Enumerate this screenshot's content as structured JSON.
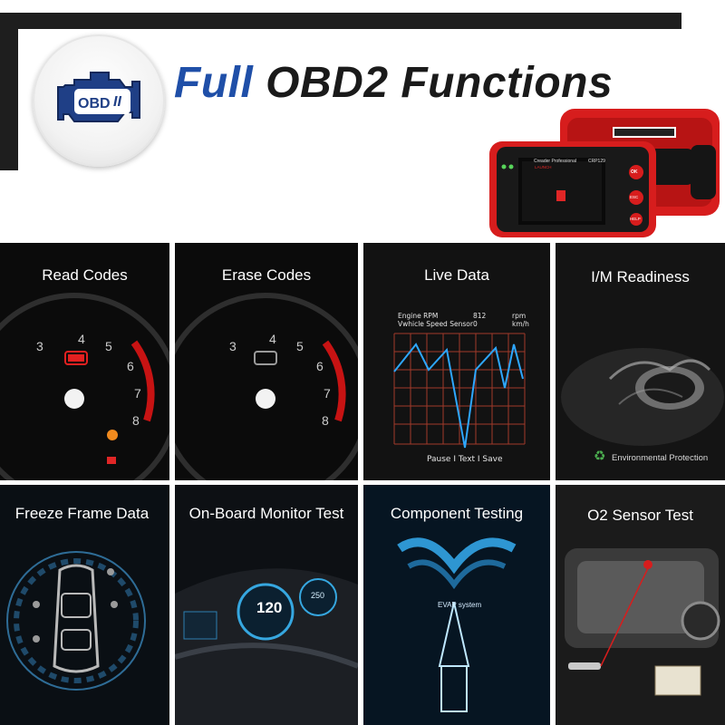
{
  "header": {
    "headline_word1": "Full",
    "headline_word2": "OBD2 Functions",
    "logo_text": "OBD",
    "logo_icon": "engine-check-icon",
    "device_brand": "Creader Professional",
    "device_model": "CRP129",
    "device_maker": "LAUNCH",
    "device_buttons": [
      "OK",
      "ESC",
      "HELP"
    ]
  },
  "tiles": [
    {
      "title": "Read Codes",
      "icon": "check-engine-warning-icon",
      "accent": "#e32020"
    },
    {
      "title": "Erase Codes",
      "icon": "check-engine-off-icon"
    },
    {
      "title": "Live Data",
      "line1": "Engine RPM",
      "value1": "812",
      "unit1": "rpm",
      "line2": "Vwhicle Speed Sensor",
      "value2": "0",
      "unit2": "km/h",
      "footer": "Pause I Text I Save"
    },
    {
      "title": "I/M Readiness",
      "footer": "Environmental Protection",
      "icon": "recycle-icon"
    },
    {
      "title": "Freeze Frame Data",
      "icon": "car-topview-icon"
    },
    {
      "title": "On-Board Monitor Test",
      "speed": "120",
      "speed2": "250"
    },
    {
      "title": "Component Testing",
      "label": "EVAP system"
    },
    {
      "title": "O2 Sensor Test",
      "icon": "o2-sensor-icon"
    }
  ],
  "gauge_numbers": [
    "3",
    "4",
    "5",
    "6",
    "7",
    "8"
  ],
  "colors": {
    "brand_blue": "#1f4fa8",
    "device_red": "#d71d1d",
    "tile_bg": "#0b0b0b"
  }
}
